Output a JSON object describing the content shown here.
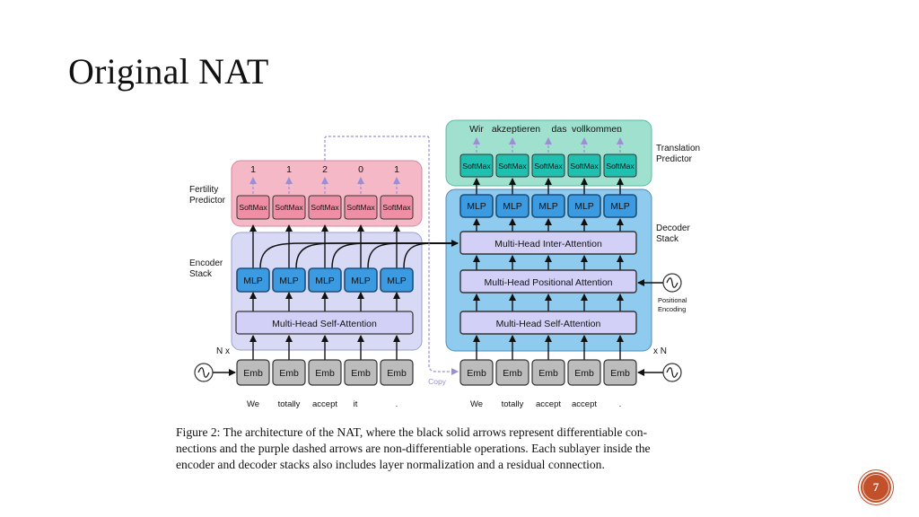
{
  "slide": {
    "title": "Original NAT",
    "page_number": "7"
  },
  "diagram": {
    "fertility": {
      "values": [
        "1",
        "1",
        "2",
        "0",
        "1"
      ],
      "label_lines": [
        "Fertility",
        "Predictor"
      ]
    },
    "softmax_label": "SoftMax",
    "mlp_label": "MLP",
    "emb_label": "Emb",
    "encoder": {
      "label_lines": [
        "Encoder",
        "Stack"
      ],
      "self_attention": "Multi-Head Self-Attention",
      "repeat": "N x",
      "input_words": [
        "We",
        "totally",
        "accept",
        "it",
        "."
      ]
    },
    "decoder": {
      "label_lines": [
        "Decoder",
        "Stack"
      ],
      "inter_attention": "Multi-Head Inter-Attention",
      "positional_attention": "Multi-Head Positional Attention",
      "self_attention": "Multi-Head Self-Attention",
      "repeat": "x N",
      "input_words": [
        "We",
        "totally",
        "accept",
        "accept",
        "."
      ]
    },
    "translation": {
      "words": [
        "Wir",
        "akzeptieren",
        "das",
        "vollkommen",
        "."
      ],
      "label_lines": [
        "Translation",
        "Predictor"
      ]
    },
    "positional_encoding_lines": [
      "Positional",
      "Encoding"
    ],
    "copy_label": "Copy",
    "colors": {
      "fertility_bg": "#f5b8c6",
      "translation_bg": "#9fe0cf",
      "encoder_bg": "#d8daf5",
      "decoder_bg": "#8fcbee",
      "mlp": "#3c9be0",
      "softmax_pink": "#ef8fa6",
      "softmax_teal": "#1fc0b0",
      "emb": "#bcbcbc",
      "attention": "#d3d0f7",
      "dashed": "#9c8ed2"
    }
  },
  "caption": {
    "lines": [
      "Figure 2:   The architecture of the NAT, where the black solid arrows represent differentiable con-",
      "nections and the purple dashed arrows are non-differentiable operations.  Each sublayer inside the",
      "encoder and decoder stacks also includes layer normalization and a residual connection."
    ]
  }
}
